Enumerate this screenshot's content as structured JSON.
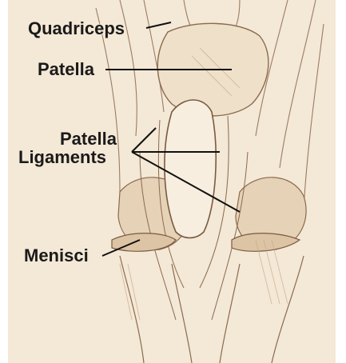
{
  "labels": {
    "quadriceps": "Quadriceps",
    "patella": "Patella",
    "patella_ligaments_line1": "Patella",
    "patella_ligaments_line2": "Ligaments",
    "menisci": "Menisci"
  },
  "colors": {
    "background": "#ffffff",
    "paper": "#f4e8d6",
    "sketch": "#8a6a4e",
    "shading": "#c9a888",
    "pointer": "#111111"
  }
}
